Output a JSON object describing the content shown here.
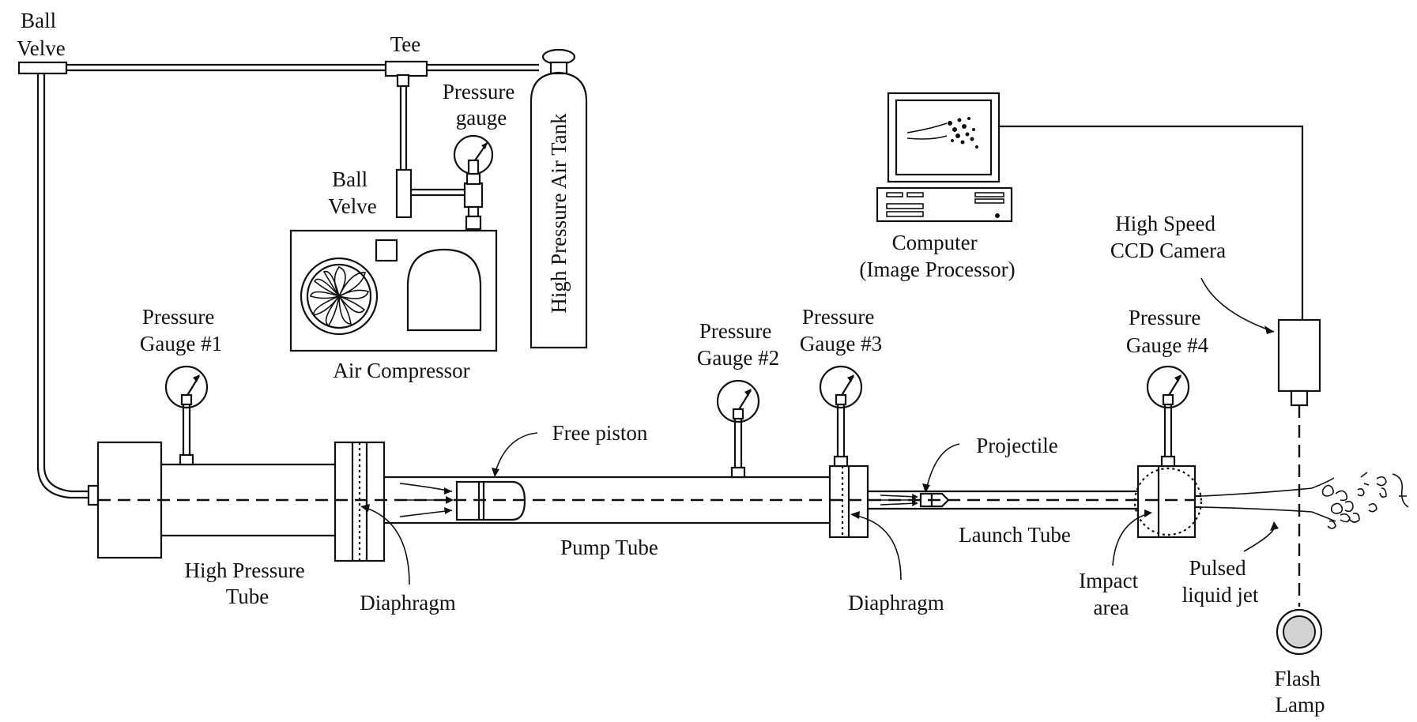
{
  "labels": {
    "ball_valve_top": [
      "Ball",
      "Velve"
    ],
    "tee": "Tee",
    "pressure_gauge_small": [
      "Pressure",
      "gauge"
    ],
    "ball_valve_mid": [
      "Ball",
      "Velve"
    ],
    "air_tank": "High Pressure Air Tank",
    "air_compressor": "Air Compressor",
    "gauge1": [
      "Pressure",
      "Gauge #1"
    ],
    "gauge2": [
      "Pressure",
      "Gauge #2"
    ],
    "gauge3": [
      "Pressure",
      "Gauge #3"
    ],
    "gauge4": [
      "Pressure",
      "Gauge #4"
    ],
    "free_piston": "Free piston",
    "projectile": "Projectile",
    "pump_tube": "Pump Tube",
    "launch_tube": "Launch Tube",
    "high_pressure_tube": [
      "High Pressure",
      "Tube"
    ],
    "diaphragm1": "Diaphragm",
    "diaphragm2": "Diaphragm",
    "impact_area": [
      "Impact",
      "area"
    ],
    "pulsed_jet": [
      "Pulsed",
      "liquid jet"
    ],
    "computer": [
      "Computer",
      "(Image Processor)"
    ],
    "camera": [
      "High Speed",
      "CCD Camera"
    ],
    "flash_lamp": [
      "Flash",
      "Lamp"
    ]
  },
  "colors": {
    "line": "#111111",
    "lamp_fill": "#d3d3d3"
  }
}
